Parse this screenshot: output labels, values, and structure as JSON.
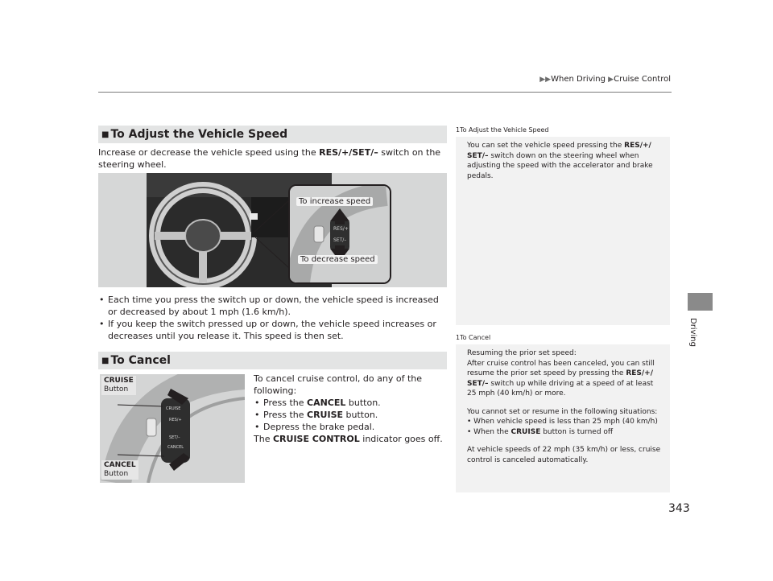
{
  "header": {
    "crumb1": "When Driving",
    "crumb2": "Cruise Control"
  },
  "side_tab": "Driving",
  "page_number": "343",
  "section_adjust": {
    "title": "To Adjust the Vehicle Speed",
    "intro_pre": "Increase or decrease the vehicle speed using the ",
    "intro_bold": "RES/+/SET/–",
    "intro_post": " switch on the steering wheel.",
    "callout_up": "To increase speed",
    "callout_down": "To decrease speed",
    "switch_res": "RES/+",
    "switch_set": "SET/–",
    "bullets": [
      "Each time you press the switch up or down, the vehicle speed is increased or decreased by about 1 mph (1.6 km/h).",
      "If you keep the switch pressed up or down, the vehicle speed increases or decreases until you release it. This speed is then set."
    ]
  },
  "section_cancel": {
    "title": "To Cancel",
    "cruise_label": "CRUISE",
    "cruise_sub": "Button",
    "cancel_label": "CANCEL",
    "cancel_sub": "Button",
    "img_cruise": "CRUISE",
    "img_res": "RES/+",
    "img_set": "SET/–",
    "img_cancel": "CANCEL",
    "intro": "To cancel cruise control, do any of the following:",
    "b1_pre": "Press the ",
    "b1_bold": "CANCEL",
    "b1_post": " button.",
    "b2_pre": "Press the ",
    "b2_bold": "CRUISE",
    "b2_post": " button.",
    "b3": "Depress the brake pedal.",
    "end_pre": "The ",
    "end_bold": "CRUISE CONTROL",
    "end_post": " indicator goes off."
  },
  "note_adjust": {
    "num": "1",
    "title": "To Adjust the Vehicle Speed",
    "t1": "You can set the vehicle speed pressing the ",
    "b1": "RES/+/",
    "b2": "SET/–",
    "t2": " switch down on the steering wheel when adjusting the speed with the accelerator and brake pedals."
  },
  "note_cancel": {
    "num": "1",
    "title": "To Cancel",
    "p1_line1": "Resuming the prior set speed:",
    "p1_t1": "After cruise control has been canceled, you can still resume the prior set speed by pressing the ",
    "p1_b1": "RES/+/",
    "p1_b2": "SET/–",
    "p1_t2": " switch up while driving at a speed of at least 25 mph (40 km/h) or more.",
    "p2": "You cannot set or resume in the following situations:",
    "p2_bullet1": "When vehicle speed is less than 25 mph (40 km/h)",
    "p2_b2_pre": "When the ",
    "p2_b2_bold": "CRUISE",
    "p2_b2_post": " button is turned off",
    "p3": "At vehicle speeds of 22 mph (35 km/h) or less, cruise control is canceled automatically."
  }
}
